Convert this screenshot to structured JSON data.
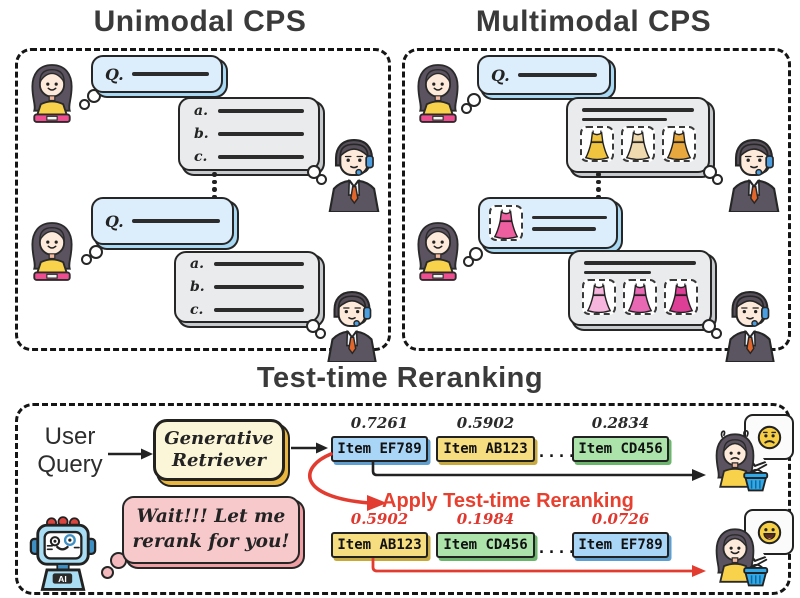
{
  "figure": {
    "unimodal": {
      "title": "Unimodal CPS",
      "q_label": "Q.",
      "answer_labels": [
        "a.",
        "b.",
        "c."
      ]
    },
    "multimodal": {
      "title": "Multimodal CPS",
      "q_label": "Q."
    },
    "rerank": {
      "title": "Test-time Reranking",
      "user_query": [
        "User",
        "Query"
      ],
      "retriever": [
        "Generative",
        "Retriever"
      ],
      "robot_label": "AI",
      "robot_bubble": [
        "Wait!!! Let me",
        "rerank for you!"
      ],
      "apply_label": "Apply Test-time Reranking",
      "ellipsis_dots": "......",
      "initial_ranking": {
        "scores": [
          "0.7261",
          "0.5902",
          "0.2834"
        ],
        "items": [
          "Item EF789",
          "Item AB123",
          "Item CD456"
        ],
        "item_colors": [
          "#a9d5f7",
          "#f6dd7f",
          "#abe3ab"
        ]
      },
      "reranked": {
        "scores": [
          "0.5902",
          "0.1984",
          "0.0726"
        ],
        "items": [
          "Item AB123",
          "Item CD456",
          "Item EF789"
        ],
        "item_colors": [
          "#f6dd7f",
          "#abe3ab",
          "#a9d5f7"
        ]
      }
    },
    "colors": {
      "accent_red": "#e8402f",
      "bubble_blue": "#dcedfb",
      "bubble_gray": "#e9ebed",
      "robot_bubble_pink": "#f7c9cb",
      "retriever_yellow": "#fbf6d8",
      "retriever_shadow": "#e9b73f",
      "title_gray": "#3a3a3a"
    }
  }
}
